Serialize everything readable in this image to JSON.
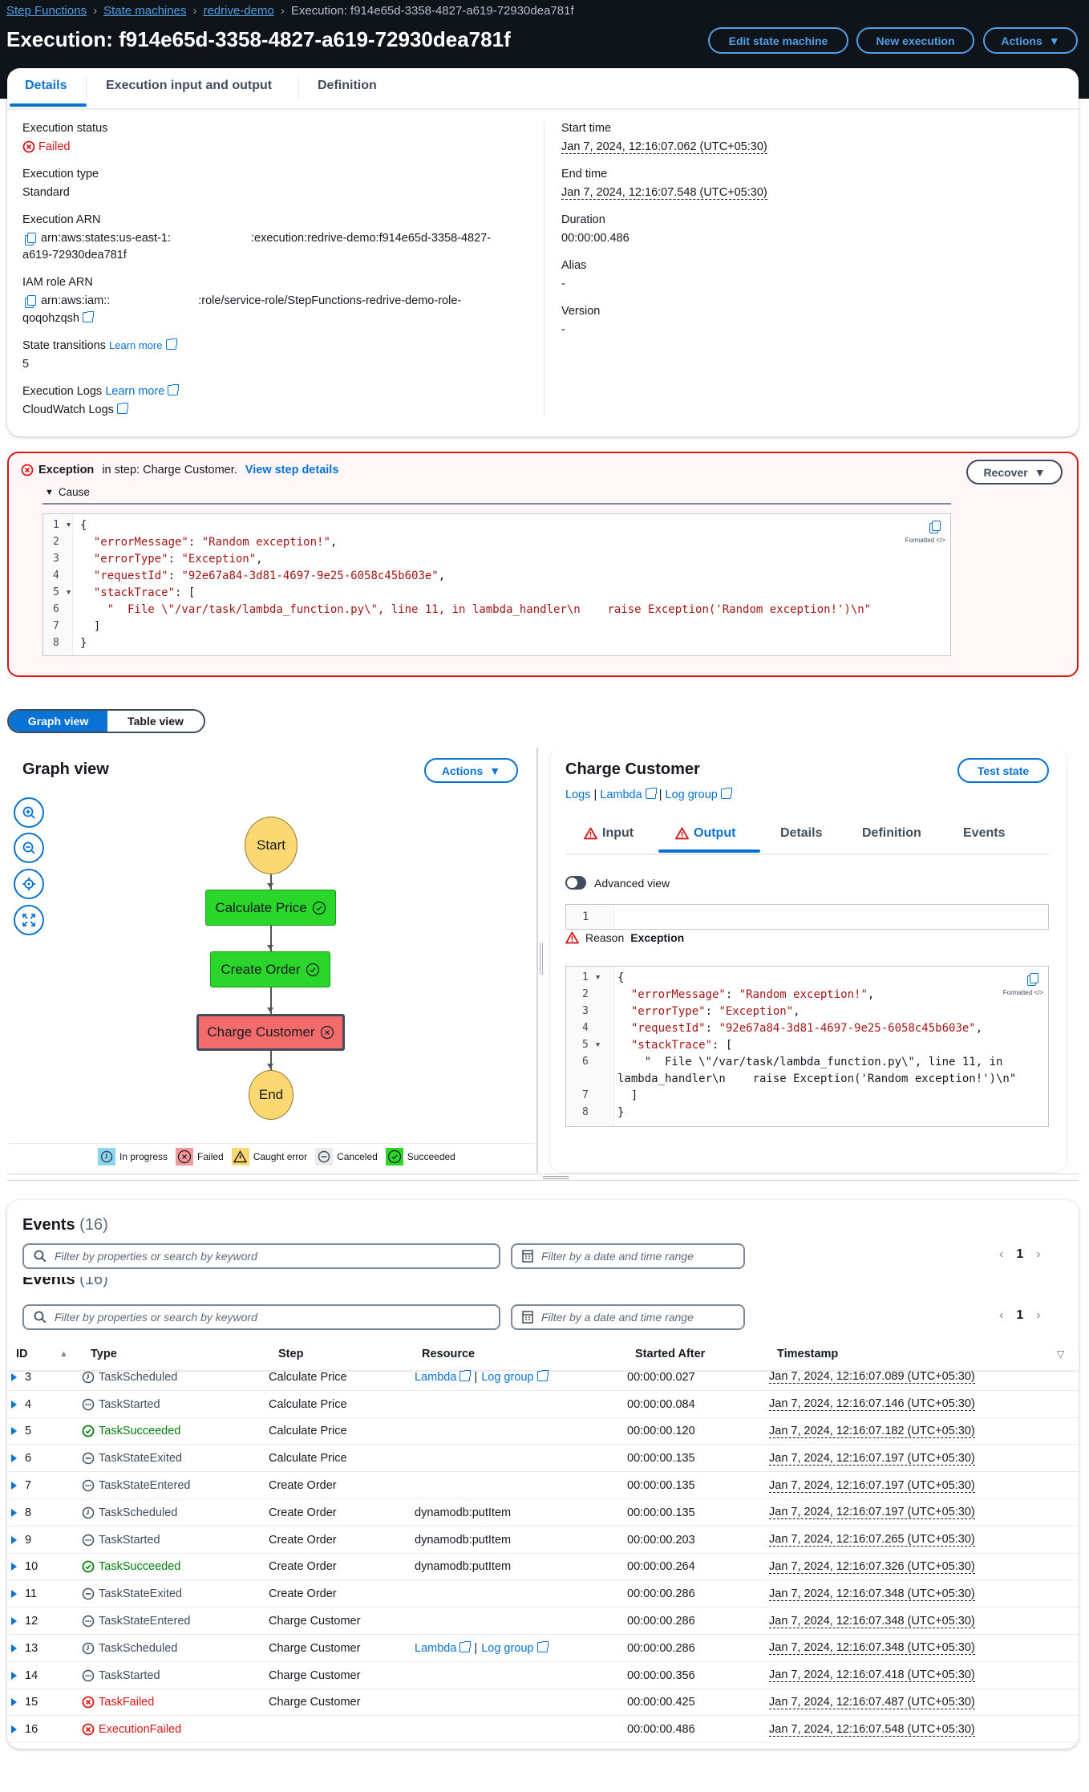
{
  "breadcrumb": [
    "Step Functions",
    "State machines",
    "redrive-demo",
    "Execution: f914e65d-3358-4827-a619-72930dea781f"
  ],
  "header": {
    "title": "Execution: f914e65d-3358-4827-a619-72930dea781f",
    "edit_label": "Edit state machine",
    "new_label": "New execution",
    "actions_label": "Actions"
  },
  "tabs": [
    "Details",
    "Execution input and output",
    "Definition"
  ],
  "details": {
    "status_label": "Execution status",
    "status": "Failed",
    "type_label": "Execution type",
    "type": "Standard",
    "arn_label": "Execution ARN",
    "arn_a": "arn:aws:states:us-east-1:",
    "arn_b": ":execution:redrive-demo:f914e65d-3358-4827-",
    "arn_c": "a619-72930dea781f",
    "iam_label": "IAM role ARN",
    "iam_a": "arn:aws:iam::",
    "iam_b": ":role/service-role/StepFunctions-redrive-demo-role-",
    "iam_c": "qoqohzqsh",
    "transitions_label": "State transitions",
    "learn_more": "Learn more",
    "transitions": "5",
    "logs_label": "Execution Logs",
    "logs_learn_more": "Learn more",
    "cloudwatch": "CloudWatch Logs",
    "start_label": "Start time",
    "start": "Jan 7, 2024, 12:16:07.062 (UTC+05:30)",
    "end_label": "End time",
    "end": "Jan 7, 2024, 12:16:07.548 (UTC+05:30)",
    "duration_label": "Duration",
    "duration": "00:00:00.486",
    "alias_label": "Alias",
    "alias": "-",
    "version_label": "Version",
    "version": "-"
  },
  "exception": {
    "bold": "Exception",
    "text": " in step: Charge Customer. ",
    "link": "View step details",
    "recover_label": "Recover",
    "cause_label": "Cause",
    "formatted_label": "Formatted",
    "lines": [
      "{",
      "  \"errorMessage\": \"Random exception!\",",
      "  \"errorType\": \"Exception\",",
      "  \"requestId\": \"92e67a84-3d81-4697-9e25-6058c45b603e\",",
      "  \"stackTrace\": [",
      "    \"  File \\\"/var/task/lambda_function.py\\\", line 11, in lambda_handler\\n    raise Exception('Random exception!')\\n\"",
      "  ]",
      "}"
    ]
  },
  "view_toggle": {
    "graph": "Graph view",
    "table": "Table view",
    "active": "graph"
  },
  "graph": {
    "title": "Graph view",
    "actions_label": "Actions",
    "nodes": {
      "start": "Start",
      "calc": "Calculate Price",
      "order": "Create Order",
      "charge": "Charge Customer",
      "end": "End"
    },
    "legend": [
      "In progress",
      "Failed",
      "Caught error",
      "Canceled",
      "Succeeded"
    ]
  },
  "step_panel": {
    "title": "Charge Customer",
    "test_label": "Test state",
    "logs": "Logs",
    "lambda": "Lambda",
    "log_group": "Log group",
    "tabs": [
      "Input",
      "Output",
      "Details",
      "Definition",
      "Events"
    ],
    "active_tab": "Output",
    "advanced_label": "Advanced view",
    "advanced_on": false,
    "reason_label": "Reason",
    "reason": "Exception",
    "formatted_label": "Formatted",
    "lines": [
      "{",
      "  \"errorMessage\": \"Random exception!\",",
      "  \"errorType\": \"Exception\",",
      "  \"requestId\": \"92e67a84-3d81-4697-9e25-6058c45b603e\",",
      "  \"stackTrace\": [",
      "    \"  File \\\"/var/task/lambda_function.py\\\", line 11, in",
      "lambda_handler\\n    raise Exception('Random exception!')\\n\"",
      "  ]",
      "}"
    ],
    "line_numbers": [
      "1",
      "2",
      "3",
      "4",
      "5",
      "6",
      "",
      "7",
      "8"
    ]
  },
  "events": {
    "title": "Events",
    "count": "(16)",
    "search_placeholder": "Filter by properties or search by keyword",
    "date_placeholder": "Filter by a date and time range",
    "page": "1",
    "columns": [
      "ID",
      "Type",
      "Step",
      "Resource",
      "Started After",
      "Timestamp"
    ],
    "rows": [
      {
        "id": "3",
        "type": "TaskScheduled",
        "icon": "scheduled",
        "step": "Calculate Price",
        "resource": "links",
        "started": "00:00:00.027",
        "ts": "Jan 7, 2024, 12:16:07.089 (UTC+05:30)"
      },
      {
        "id": "4",
        "type": "TaskStarted",
        "icon": "started",
        "step": "Calculate Price",
        "resource": "",
        "started": "00:00:00.084",
        "ts": "Jan 7, 2024, 12:16:07.146 (UTC+05:30)"
      },
      {
        "id": "5",
        "type": "TaskSucceeded",
        "icon": "succeeded",
        "step": "Calculate Price",
        "resource": "",
        "started": "00:00:00.120",
        "ts": "Jan 7, 2024, 12:16:07.182 (UTC+05:30)"
      },
      {
        "id": "6",
        "type": "TaskStateExited",
        "icon": "exited",
        "step": "Calculate Price",
        "resource": "",
        "started": "00:00:00.135",
        "ts": "Jan 7, 2024, 12:16:07.197 (UTC+05:30)"
      },
      {
        "id": "7",
        "type": "TaskStateEntered",
        "icon": "started",
        "step": "Create Order",
        "resource": "",
        "started": "00:00:00.135",
        "ts": "Jan 7, 2024, 12:16:07.197 (UTC+05:30)"
      },
      {
        "id": "8",
        "type": "TaskScheduled",
        "icon": "scheduled",
        "step": "Create Order",
        "resource": "dynamodb:putItem",
        "started": "00:00:00.135",
        "ts": "Jan 7, 2024, 12:16:07.197 (UTC+05:30)"
      },
      {
        "id": "9",
        "type": "TaskStarted",
        "icon": "started",
        "step": "Create Order",
        "resource": "dynamodb:putItem",
        "started": "00:00:00.203",
        "ts": "Jan 7, 2024, 12:16:07.265 (UTC+05:30)"
      },
      {
        "id": "10",
        "type": "TaskSucceeded",
        "icon": "succeeded",
        "step": "Create Order",
        "resource": "dynamodb:putItem",
        "started": "00:00:00.264",
        "ts": "Jan 7, 2024, 12:16:07.326 (UTC+05:30)"
      },
      {
        "id": "11",
        "type": "TaskStateExited",
        "icon": "exited",
        "step": "Create Order",
        "resource": "",
        "started": "00:00:00.286",
        "ts": "Jan 7, 2024, 12:16:07.348 (UTC+05:30)"
      },
      {
        "id": "12",
        "type": "TaskStateEntered",
        "icon": "started",
        "step": "Charge Customer",
        "resource": "",
        "started": "00:00:00.286",
        "ts": "Jan 7, 2024, 12:16:07.348 (UTC+05:30)"
      },
      {
        "id": "13",
        "type": "TaskScheduled",
        "icon": "scheduled",
        "step": "Charge Customer",
        "resource": "links",
        "started": "00:00:00.286",
        "ts": "Jan 7, 2024, 12:16:07.348 (UTC+05:30)"
      },
      {
        "id": "14",
        "type": "TaskStarted",
        "icon": "started",
        "step": "Charge Customer",
        "resource": "",
        "started": "00:00:00.356",
        "ts": "Jan 7, 2024, 12:16:07.418 (UTC+05:30)"
      },
      {
        "id": "15",
        "type": "TaskFailed",
        "icon": "failed",
        "step": "Charge Customer",
        "resource": "",
        "started": "00:00:00.425",
        "ts": "Jan 7, 2024, 12:16:07.487 (UTC+05:30)"
      },
      {
        "id": "16",
        "type": "ExecutionFailed",
        "icon": "failed",
        "step": "",
        "resource": "",
        "started": "00:00:00.486",
        "ts": "Jan 7, 2024, 12:16:07.548 (UTC+05:30)"
      }
    ],
    "resource_links": {
      "lambda": "Lambda",
      "log_group": "Log group"
    }
  },
  "colors": {
    "header_bg": "#0f141a",
    "link": "#0972d3",
    "error": "#d91515",
    "success": "#037f0c",
    "success_node": "#2bd62b",
    "failed_node": "#f36b6b",
    "start_end": "#fbd872"
  }
}
